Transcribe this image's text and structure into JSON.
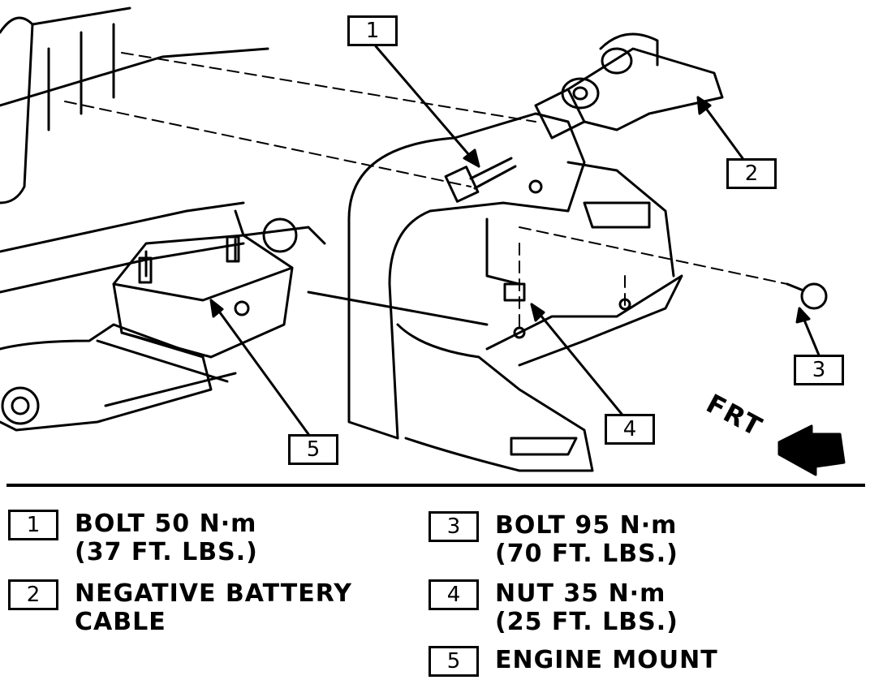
{
  "callouts": [
    "1",
    "2",
    "3",
    "4",
    "5"
  ],
  "direction_label": "FRT",
  "legend": [
    {
      "number": "1",
      "line1": "BOLT 50 N·m",
      "line2": "(37 FT. LBS.)"
    },
    {
      "number": "2",
      "line1": "NEGATIVE BATTERY",
      "line2": "CABLE"
    },
    {
      "number": "3",
      "line1": "BOLT 95 N·m",
      "line2": "(70 FT. LBS.)"
    },
    {
      "number": "4",
      "line1": "NUT 35 N·m",
      "line2": "(25 FT. LBS.)"
    },
    {
      "number": "5",
      "line1": "ENGINE MOUNT",
      "line2": ""
    }
  ]
}
